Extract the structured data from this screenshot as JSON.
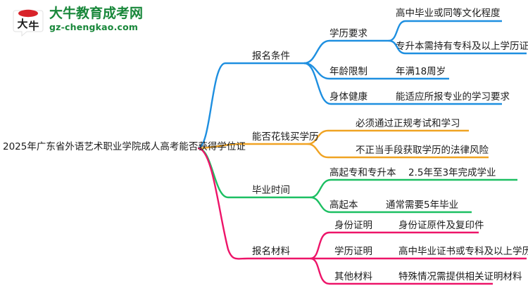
{
  "logo": {
    "name": "daniu-education-logo",
    "mark_text": "大牛",
    "cn_text": "大牛教育成考网",
    "en_text": "gz-chengkao.com",
    "brand_green": "#18873a",
    "mark_red": "#d8232a"
  },
  "mindmap": {
    "root": {
      "label": "2025年广东省外语艺术职业学院成人高考能否获得学位证"
    },
    "colors": {
      "blue": "#1e8fe0",
      "orange": "#f0a323",
      "green": "#1cbf62",
      "pink": "#ed1469"
    },
    "branches": [
      {
        "id": "baoming-tiaojian",
        "label": "报名条件",
        "color": "#1e8fe0",
        "children": [
          {
            "label": "学历要求",
            "values": [
              "高中毕业或同等文化程度",
              "专升本需持有专科及以上学历证书"
            ]
          },
          {
            "label": "年龄限制",
            "values": [
              "年满18周岁"
            ]
          },
          {
            "label": "身体健康",
            "values": [
              "能适应所报专业的学习要求"
            ]
          }
        ]
      },
      {
        "id": "nengfou-huaqian-mai-xueli",
        "label": "能否花钱买学历",
        "color": "#f0a323",
        "children": [
          {
            "label": "",
            "values": [
              "必须通过正规考试和学习",
              "不正当手段获取学历的法律风险"
            ]
          }
        ]
      },
      {
        "id": "biye-shijian",
        "label": "毕业时间",
        "color": "#1cbf62",
        "children": [
          {
            "label": "高起专和专升本",
            "values": [
              "2.5年至3年完成学业"
            ]
          },
          {
            "label": "高起本",
            "values": [
              "通常需要5年毕业"
            ]
          }
        ]
      },
      {
        "id": "baoming-cailiao",
        "label": "报名材料",
        "color": "#ed1469",
        "children": [
          {
            "label": "身份证明",
            "values": [
              "身份证原件及复印件"
            ]
          },
          {
            "label": "学历证明",
            "values": [
              "高中毕业证书或专科及以上学历证书"
            ]
          },
          {
            "label": "其他材料",
            "values": [
              "特殊情况需提供相关证明材料"
            ]
          }
        ]
      }
    ]
  }
}
